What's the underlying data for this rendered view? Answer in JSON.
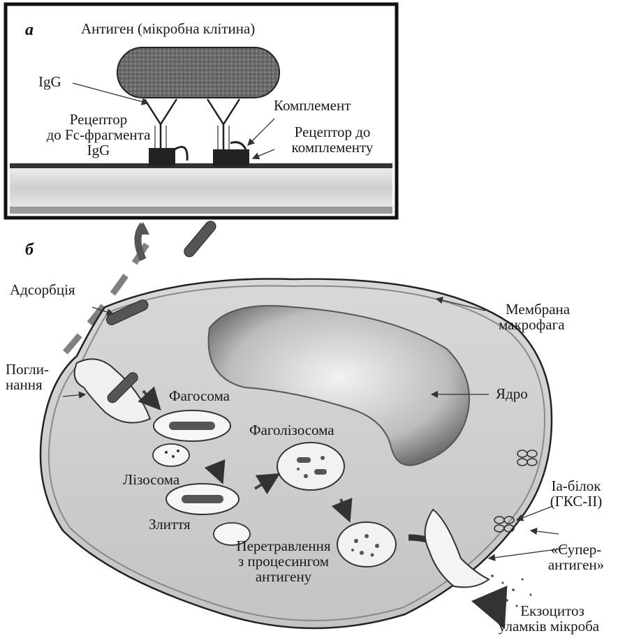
{
  "panel_a": {
    "tag": "а",
    "title": "Антиген (мікробна клітина)",
    "igg": "IgG",
    "fc_receptor": [
      "Рецептор",
      "до Fc-фрагмента",
      "IgG"
    ],
    "complement": "Комплемент",
    "complement_receptor": [
      "Рецептор до",
      "комплементу"
    ]
  },
  "panel_b": {
    "tag": "б",
    "adsorption": "Адсорбція",
    "uptake": [
      "Погли-",
      "нання"
    ],
    "phagosome": "Фагосома",
    "lysosome": "Лізосома",
    "fusion": "Злиття",
    "phagolysosome": "Фаголізосома",
    "digestion": [
      "Перетравлення",
      "з процесингом",
      "антигену"
    ],
    "membrane": [
      "Мембрана",
      "макрофага"
    ],
    "nucleus": "Ядро",
    "ia_protein": [
      "Іа-білок",
      "(ГКС-II)"
    ],
    "superantigen": [
      "«Супер-",
      "антиген»"
    ],
    "exocytosis": [
      "Екзоцитоз",
      "уламків мікроба"
    ]
  }
}
